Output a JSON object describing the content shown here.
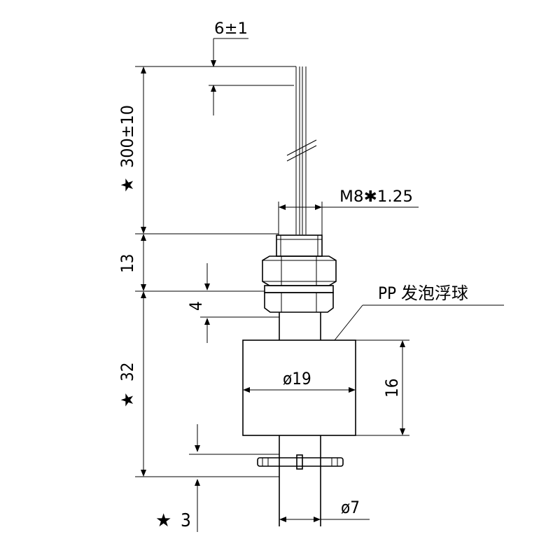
{
  "dimensions": {
    "cable_offset": "6±1",
    "cable_length": "300±10",
    "thread": "M8✱1.25",
    "nut_height": "13",
    "gap": "4",
    "float_height": "16",
    "float_diameter": "ø19",
    "stem_length": "32",
    "stem_diameter": "ø7",
    "tail": "3"
  },
  "labels": {
    "float_material": "PP 发泡浮球",
    "star": "★"
  }
}
